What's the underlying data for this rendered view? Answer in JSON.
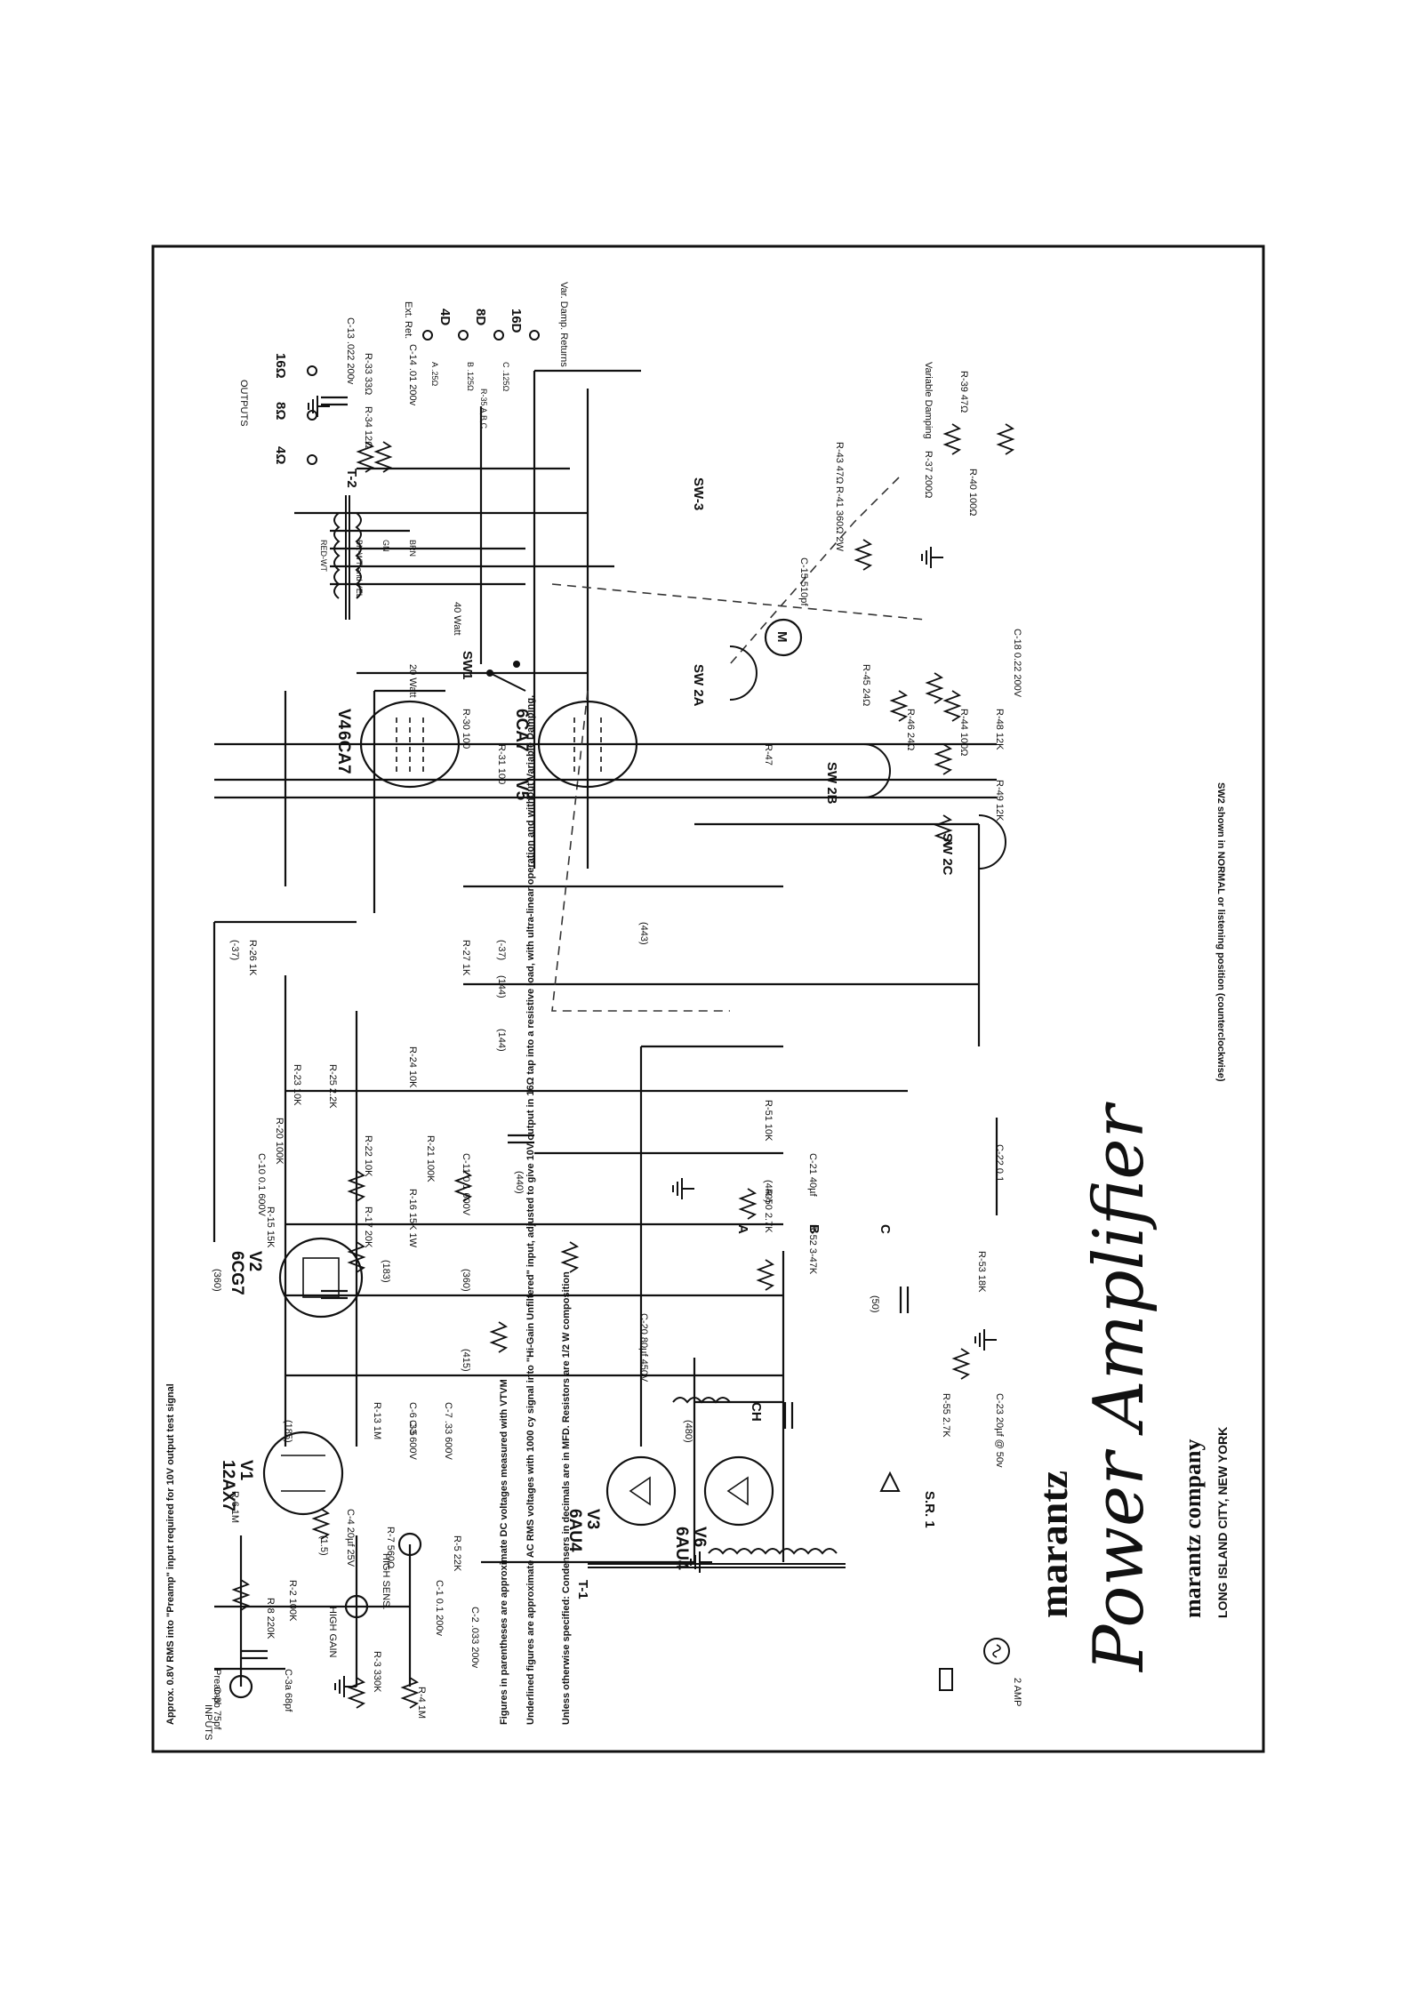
{
  "brand": {
    "name": "marantz",
    "product": "Power Amplifier",
    "company": "marantz company",
    "location": "LONG ISLAND CITY, NEW YORK"
  },
  "outputs": {
    "group_label": "OUTPUTS",
    "taps": [
      "16Ω",
      "8Ω",
      "4Ω"
    ],
    "returns_label": "Var. Damp. Returns",
    "returns": [
      "Ext. Ret.",
      "4D",
      "8D",
      "16D"
    ],
    "return_resistors": [
      "A .25Ω",
      "B .125Ω",
      "C .125Ω"
    ],
    "return_network": "R-35 A,B,C",
    "wire_labels": [
      "RED-WT",
      "BK-WT and YEL",
      "GN",
      "BRN"
    ]
  },
  "tubes": [
    {
      "ref": "V1",
      "type": "12AX7"
    },
    {
      "ref": "V2",
      "type": "6CG7"
    },
    {
      "ref": "V3",
      "type": "6AU4"
    },
    {
      "ref": "V4",
      "type": "6CA7"
    },
    {
      "ref": "V5",
      "type": "6CA7"
    },
    {
      "ref": "V6",
      "type": "6AU4"
    }
  ],
  "transformers": [
    "T-1",
    "T-2"
  ],
  "switches": {
    "sw1": "SW1",
    "sw1_labels": [
      "40 Watt",
      "20 Watt"
    ],
    "sw3": "SW-3",
    "sw2": [
      "SW 2A",
      "SW 2B",
      "SW 2C"
    ],
    "sw2_note": "SW2 shown in NORMAL or listening position (counterclockwise)",
    "meter": "M",
    "variable_damping": "Variable Damping"
  },
  "resistors": [
    "R-2 100K",
    "R-3 330K",
    "R-4 1M",
    "R-5 22K",
    "R-6 1M",
    "R-7 560Ω",
    "R-8 220K",
    "R-13 1M",
    "R-15 15K",
    "R-16 15K 1W",
    "R-17 20K",
    "R-20 100K",
    "R-21 100K",
    "R-22 10K",
    "R-23 10K",
    "R-24 10K",
    "R-25 2.2K",
    "R-26 1K",
    "R-27 1K",
    "R-30 100",
    "R-31 100",
    "R-33 33Ω",
    "R-34 12Ω",
    "R-37 200Ω",
    "R-39 47Ω",
    "R-40 100Ω",
    "R-41 360Ω 2W",
    "R-43 47Ω",
    "R-44 100Ω",
    "R-45 24Ω",
    "R-46 24Ω",
    "R-47",
    "R-48 12K",
    "R-49 12K",
    "R-50 2.7K",
    "R-51 10K",
    "R-52 3-47K",
    "R-53 18K",
    "R-55 2.7K"
  ],
  "capacitors": [
    "C-1 0.1 200v",
    "C-2 .033 200v",
    "C-3a 68pf",
    "C-3b 75pf",
    "C-4 20µf 25V",
    "C-5",
    "C-6 .33 600V",
    "C-7 .33 600V",
    "C-10 0.1 600V",
    "C-11 0.1 600V",
    "C-13 .022 200v",
    "C-14 .01 200v",
    "C-15 510pf",
    "C-18 0.22 200V",
    "C-20 80µf 450V",
    "C-21 40µf",
    "C-22 0.1",
    "C-23 20µf @ 50v"
  ],
  "choke": "CH",
  "rectifier": "S.R. 1",
  "input": {
    "jack_label": "INPUTS",
    "preamp": "Preamp",
    "high_sens": "HIGH SENS.",
    "high_gain": "HIGH GAIN",
    "preamp_note": "Approx. 0.8V RMS into \"Preamp\" input required for 10V output test signal"
  },
  "notes": [
    "Figures in parentheses are approximate DC voltages measured with VTVM",
    "Underlined figures are approximate AC RMS voltages with 1000 cy signal into \"Hi-Gain Unfiltered\" input, adjusted to give 10V output in 16Ω tap into a resistive load, with ultra-linear operation and without Variable Damping.",
    "Unless otherwise specified: Condensers in decimals are in MFD. Resistors are 1/2 W composition"
  ],
  "voltages": [
    "(-37)",
    "(-37)",
    "(360)",
    "(360)",
    "(415)",
    "(440)",
    "(440)",
    "(443)",
    "(480)",
    "(50)",
    "(1.5)",
    "(185)",
    "(183)",
    "(144)",
    "(144)"
  ],
  "test_points": [
    "A",
    "B",
    "C"
  ],
  "fuse": "2 AMP"
}
